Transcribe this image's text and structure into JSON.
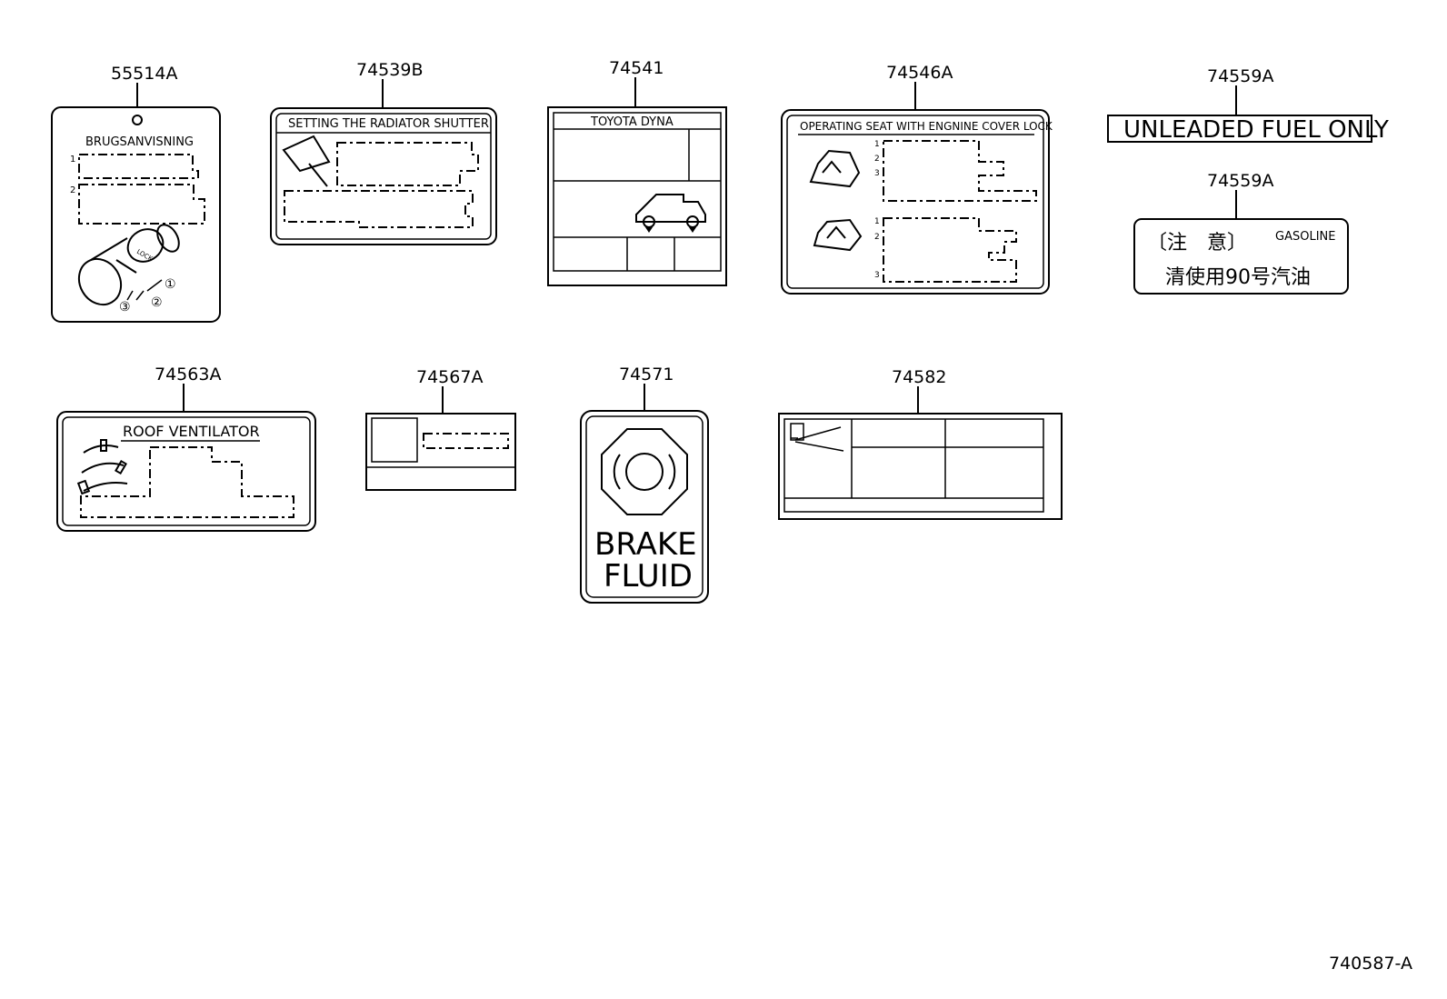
{
  "labels": {
    "l55514": {
      "part_no": "55514A",
      "title": "BRUGSANVISNING",
      "row1": "1",
      "row2": "2",
      "c1": "①",
      "c2": "②",
      "c3": "③",
      "lock": "LOCK"
    },
    "l74539": {
      "part_no": "74539B",
      "title": "SETTING THE RADIATOR SHUTTER"
    },
    "l74541": {
      "part_no": "74541",
      "title": "TOYOTA DYNA"
    },
    "l74546": {
      "part_no": "74546A",
      "title": "OPERATING SEAT WITH ENGNINE COVER LOCK",
      "n1": "1",
      "n2": "2",
      "n3": "3"
    },
    "l74559a": {
      "part_no": "74559A",
      "text": "UNLEADED FUEL ONLY"
    },
    "l74559b": {
      "part_no": "74559A",
      "caution": "〔注　意〕",
      "gasoline": "GASOLINE",
      "text": "清使用90号汽油"
    },
    "l74563": {
      "part_no": "74563A",
      "title": "ROOF VENTILATOR"
    },
    "l74567": {
      "part_no": "74567A"
    },
    "l74571": {
      "part_no": "74571",
      "line1": "BRAKE",
      "line2": "FLUID"
    },
    "l74582": {
      "part_no": "74582"
    }
  },
  "drawing_code": "740587-A"
}
